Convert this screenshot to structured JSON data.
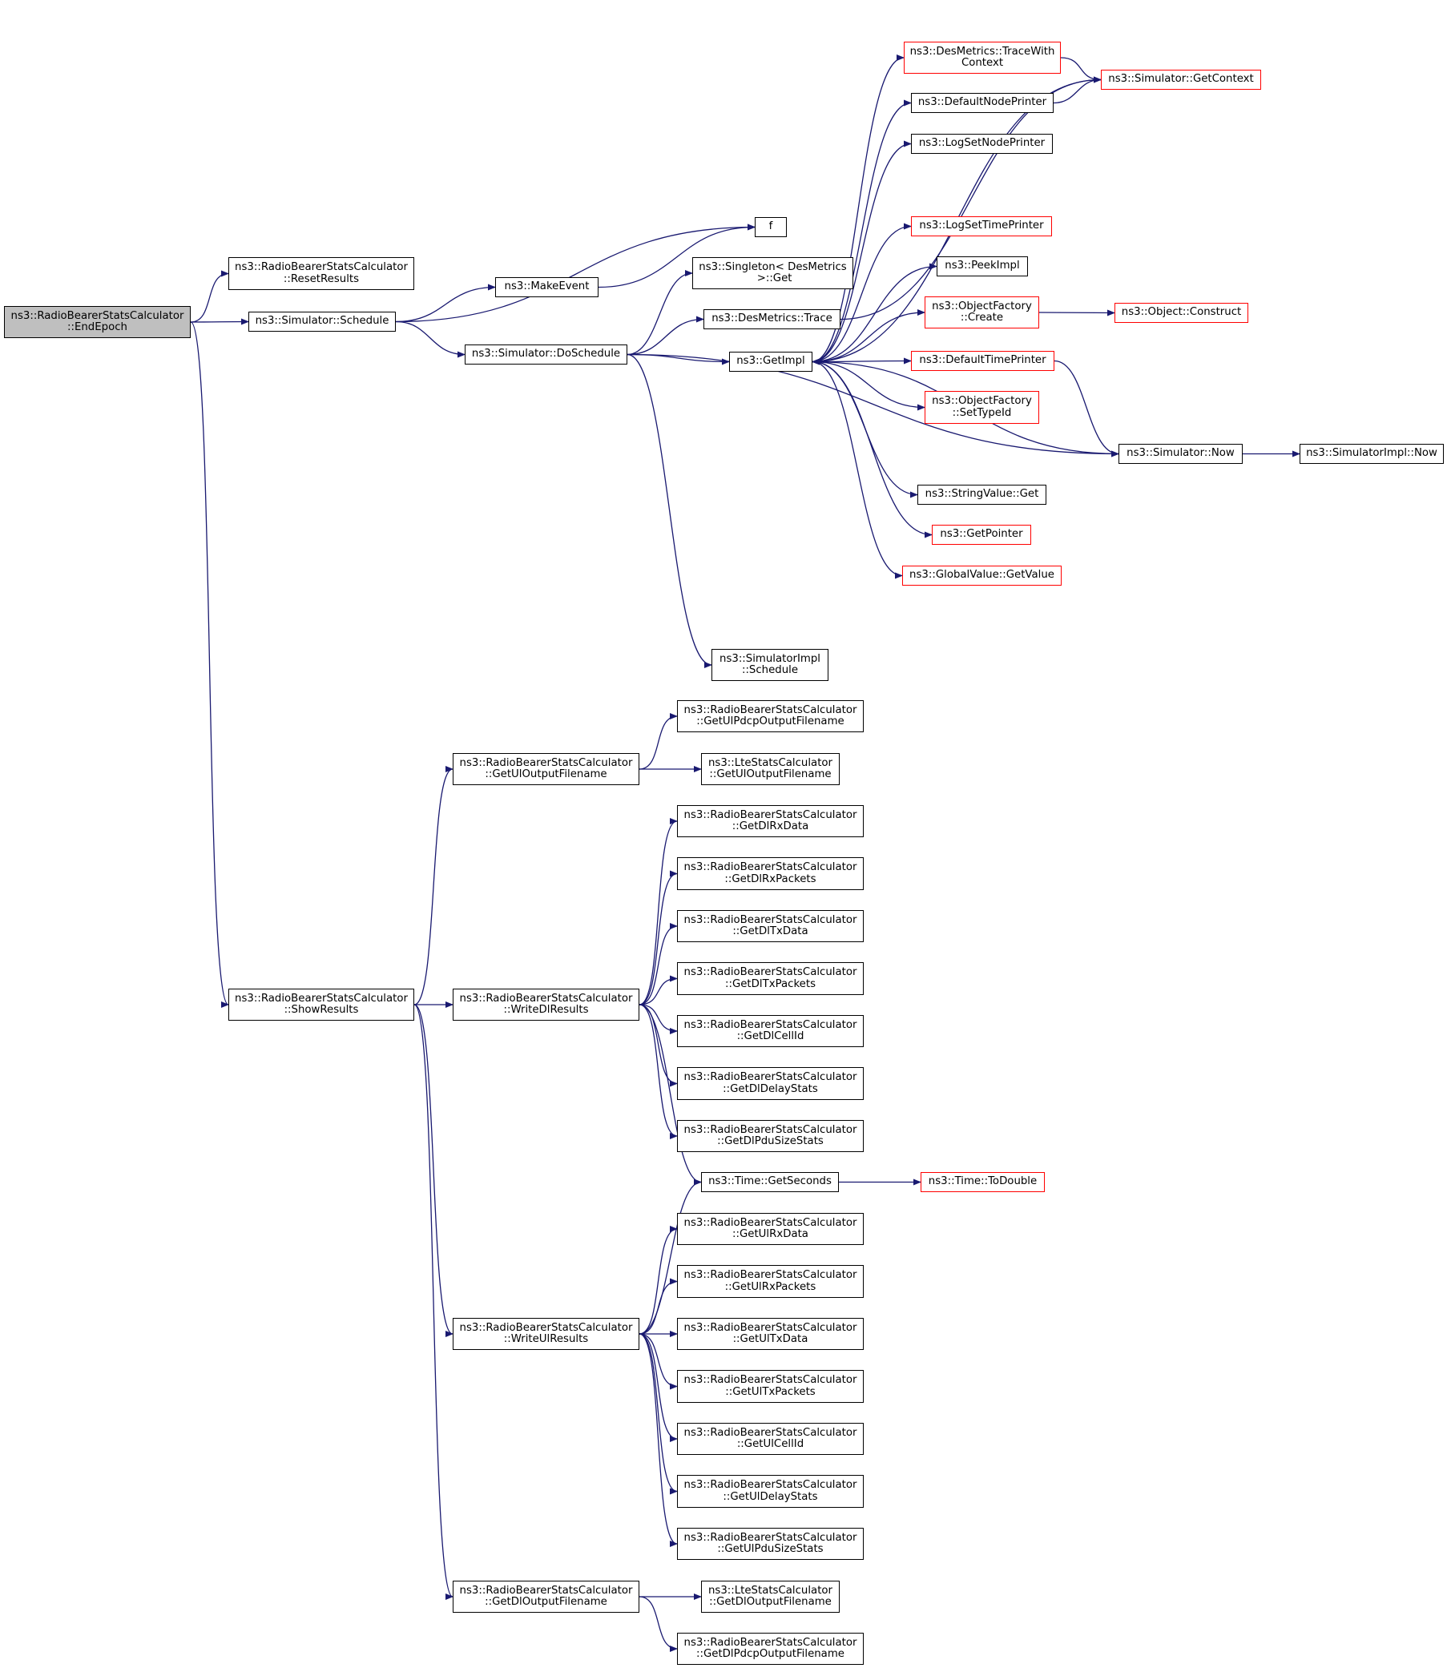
{
  "colors": {
    "edge": "#191970",
    "node_border": "#000000",
    "truncated_node_border": "#ff0000",
    "root_fill": "#bfbfbf"
  },
  "nodes": {
    "end_epoch": {
      "label": "ns3::RadioBearerStatsCalculator\n::EndEpoch",
      "style": "root"
    },
    "reset_results": {
      "label": "ns3::RadioBearerStatsCalculator\n::ResetResults",
      "style": "normal"
    },
    "schedule": {
      "label": "ns3::Simulator::Schedule",
      "style": "normal"
    },
    "f": {
      "label": "f",
      "style": "normal"
    },
    "make_event": {
      "label": "ns3::MakeEvent",
      "style": "normal"
    },
    "do_schedule": {
      "label": "ns3::Simulator::DoSchedule",
      "style": "normal"
    },
    "singleton_get": {
      "label": "ns3::Singleton< DesMetrics\n >::Get",
      "style": "normal"
    },
    "desmetrics_trace": {
      "label": "ns3::DesMetrics::Trace",
      "style": "normal"
    },
    "get_impl": {
      "label": "ns3::GetImpl",
      "style": "normal"
    },
    "trace_with_context": {
      "label": "ns3::DesMetrics::TraceWith\nContext",
      "style": "truncated"
    },
    "get_context": {
      "label": "ns3::Simulator::GetContext",
      "style": "truncated"
    },
    "default_node_printer": {
      "label": "ns3::DefaultNodePrinter",
      "style": "normal"
    },
    "log_set_node_printer": {
      "label": "ns3::LogSetNodePrinter",
      "style": "normal"
    },
    "log_set_time_printer": {
      "label": "ns3::LogSetTimePrinter",
      "style": "truncated"
    },
    "peek_impl": {
      "label": "ns3::PeekImpl",
      "style": "normal"
    },
    "object_factory_create": {
      "label": "ns3::ObjectFactory\n::Create",
      "style": "truncated"
    },
    "object_construct": {
      "label": "ns3::Object::Construct",
      "style": "truncated"
    },
    "default_time_printer": {
      "label": "ns3::DefaultTimePrinter",
      "style": "truncated"
    },
    "object_factory_settypeid": {
      "label": "ns3::ObjectFactory\n::SetTypeId",
      "style": "truncated"
    },
    "simulator_now": {
      "label": "ns3::Simulator::Now",
      "style": "normal"
    },
    "simulatorimpl_now": {
      "label": "ns3::SimulatorImpl::Now",
      "style": "normal"
    },
    "stringvalue_get": {
      "label": "ns3::StringValue::Get",
      "style": "normal"
    },
    "get_pointer": {
      "label": "ns3::GetPointer",
      "style": "truncated"
    },
    "globalvalue_getvalue": {
      "label": "ns3::GlobalValue::GetValue",
      "style": "truncated"
    },
    "simulatorimpl_schedule": {
      "label": "ns3::SimulatorImpl\n::Schedule",
      "style": "normal"
    },
    "show_results": {
      "label": "ns3::RadioBearerStatsCalculator\n::ShowResults",
      "style": "normal"
    },
    "get_ul_output_filename": {
      "label": "ns3::RadioBearerStatsCalculator\n::GetUlOutputFilename",
      "style": "normal"
    },
    "get_ul_pdcp_output_filename": {
      "label": "ns3::RadioBearerStatsCalculator\n::GetUlPdcpOutputFilename",
      "style": "normal"
    },
    "lte_get_ul_output_filename": {
      "label": "ns3::LteStatsCalculator\n::GetUlOutputFilename",
      "style": "normal"
    },
    "write_dl_results": {
      "label": "ns3::RadioBearerStatsCalculator\n::WriteDlResults",
      "style": "normal"
    },
    "get_dl_rx_data": {
      "label": "ns3::RadioBearerStatsCalculator\n::GetDlRxData",
      "style": "normal"
    },
    "get_dl_rx_packets": {
      "label": "ns3::RadioBearerStatsCalculator\n::GetDlRxPackets",
      "style": "normal"
    },
    "get_dl_tx_data": {
      "label": "ns3::RadioBearerStatsCalculator\n::GetDlTxData",
      "style": "normal"
    },
    "get_dl_tx_packets": {
      "label": "ns3::RadioBearerStatsCalculator\n::GetDlTxPackets",
      "style": "normal"
    },
    "get_dl_cell_id": {
      "label": "ns3::RadioBearerStatsCalculator\n::GetDlCellId",
      "style": "normal"
    },
    "get_dl_delay_stats": {
      "label": "ns3::RadioBearerStatsCalculator\n::GetDlDelayStats",
      "style": "normal"
    },
    "get_dl_pdu_size_stats": {
      "label": "ns3::RadioBearerStatsCalculator\n::GetDlPduSizeStats",
      "style": "normal"
    },
    "time_get_seconds": {
      "label": "ns3::Time::GetSeconds",
      "style": "normal"
    },
    "time_to_double": {
      "label": "ns3::Time::ToDouble",
      "style": "truncated"
    },
    "get_ul_rx_data": {
      "label": "ns3::RadioBearerStatsCalculator\n::GetUlRxData",
      "style": "normal"
    },
    "get_ul_rx_packets": {
      "label": "ns3::RadioBearerStatsCalculator\n::GetUlRxPackets",
      "style": "normal"
    },
    "write_ul_results": {
      "label": "ns3::RadioBearerStatsCalculator\n::WriteUlResults",
      "style": "normal"
    },
    "get_ul_tx_data": {
      "label": "ns3::RadioBearerStatsCalculator\n::GetUlTxData",
      "style": "normal"
    },
    "get_ul_tx_packets": {
      "label": "ns3::RadioBearerStatsCalculator\n::GetUlTxPackets",
      "style": "normal"
    },
    "get_ul_cell_id": {
      "label": "ns3::RadioBearerStatsCalculator\n::GetUlCellId",
      "style": "normal"
    },
    "get_ul_delay_stats": {
      "label": "ns3::RadioBearerStatsCalculator\n::GetUlDelayStats",
      "style": "normal"
    },
    "get_ul_pdu_size_stats": {
      "label": "ns3::RadioBearerStatsCalculator\n::GetUlPduSizeStats",
      "style": "normal"
    },
    "get_dl_output_filename": {
      "label": "ns3::RadioBearerStatsCalculator\n::GetDlOutputFilename",
      "style": "normal"
    },
    "lte_get_dl_output_filename": {
      "label": "ns3::LteStatsCalculator\n::GetDlOutputFilename",
      "style": "normal"
    },
    "get_dl_pdcp_output_filename": {
      "label": "ns3::RadioBearerStatsCalculator\n::GetDlPdcpOutputFilename",
      "style": "normal"
    }
  },
  "edges": [
    [
      "end_epoch",
      "reset_results"
    ],
    [
      "end_epoch",
      "schedule"
    ],
    [
      "end_epoch",
      "show_results"
    ],
    [
      "schedule",
      "f"
    ],
    [
      "schedule",
      "make_event"
    ],
    [
      "schedule",
      "do_schedule"
    ],
    [
      "make_event",
      "f"
    ],
    [
      "do_schedule",
      "singleton_get"
    ],
    [
      "do_schedule",
      "desmetrics_trace"
    ],
    [
      "do_schedule",
      "get_impl"
    ],
    [
      "do_schedule",
      "simulator_now"
    ],
    [
      "do_schedule",
      "simulatorimpl_schedule"
    ],
    [
      "desmetrics_trace",
      "get_context"
    ],
    [
      "trace_with_context",
      "get_context"
    ],
    [
      "default_node_printer",
      "get_context"
    ],
    [
      "get_context",
      "get_impl"
    ],
    [
      "get_impl",
      "trace_with_context"
    ],
    [
      "get_impl",
      "default_node_printer"
    ],
    [
      "get_impl",
      "log_set_node_printer"
    ],
    [
      "get_impl",
      "log_set_time_printer"
    ],
    [
      "get_impl",
      "peek_impl"
    ],
    [
      "get_impl",
      "object_factory_create"
    ],
    [
      "get_impl",
      "default_time_printer"
    ],
    [
      "get_impl",
      "object_factory_settypeid"
    ],
    [
      "get_impl",
      "stringvalue_get"
    ],
    [
      "get_impl",
      "get_pointer"
    ],
    [
      "get_impl",
      "globalvalue_getvalue"
    ],
    [
      "object_factory_create",
      "object_construct"
    ],
    [
      "default_time_printer",
      "simulator_now"
    ],
    [
      "simulator_now",
      "get_impl"
    ],
    [
      "simulator_now",
      "simulatorimpl_now"
    ],
    [
      "show_results",
      "get_ul_output_filename"
    ],
    [
      "show_results",
      "write_dl_results"
    ],
    [
      "show_results",
      "write_ul_results"
    ],
    [
      "show_results",
      "get_dl_output_filename"
    ],
    [
      "get_ul_output_filename",
      "get_ul_pdcp_output_filename"
    ],
    [
      "get_ul_output_filename",
      "lte_get_ul_output_filename"
    ],
    [
      "write_dl_results",
      "get_dl_rx_data"
    ],
    [
      "write_dl_results",
      "get_dl_rx_packets"
    ],
    [
      "write_dl_results",
      "get_dl_tx_data"
    ],
    [
      "write_dl_results",
      "get_dl_tx_packets"
    ],
    [
      "write_dl_results",
      "get_dl_cell_id"
    ],
    [
      "write_dl_results",
      "get_dl_delay_stats"
    ],
    [
      "write_dl_results",
      "get_dl_pdu_size_stats"
    ],
    [
      "write_dl_results",
      "time_get_seconds"
    ],
    [
      "time_get_seconds",
      "time_to_double"
    ],
    [
      "write_ul_results",
      "time_get_seconds"
    ],
    [
      "write_ul_results",
      "get_ul_rx_data"
    ],
    [
      "write_ul_results",
      "get_ul_rx_packets"
    ],
    [
      "write_ul_results",
      "get_ul_tx_data"
    ],
    [
      "write_ul_results",
      "get_ul_tx_packets"
    ],
    [
      "write_ul_results",
      "get_ul_cell_id"
    ],
    [
      "write_ul_results",
      "get_ul_delay_stats"
    ],
    [
      "write_ul_results",
      "get_ul_pdu_size_stats"
    ],
    [
      "get_dl_output_filename",
      "lte_get_dl_output_filename"
    ],
    [
      "get_dl_output_filename",
      "get_dl_pdcp_output_filename"
    ]
  ]
}
